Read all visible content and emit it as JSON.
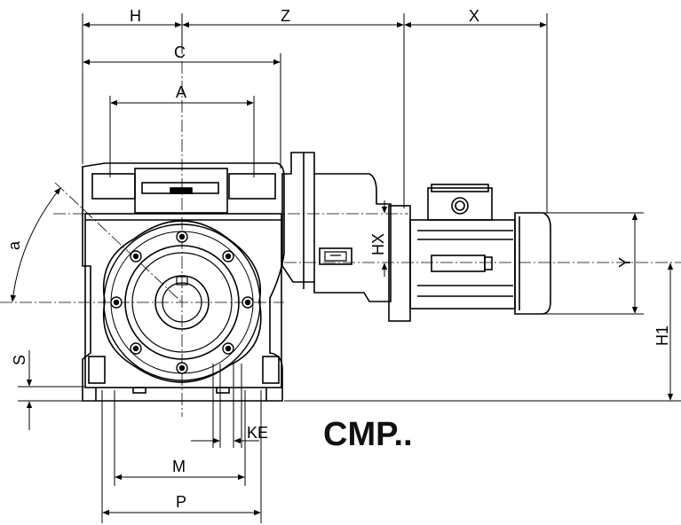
{
  "dimensions": {
    "H": "H",
    "Z": "Z",
    "X": "X",
    "C": "C",
    "A": "A",
    "a": "a",
    "HX": "HX",
    "Y": "Y",
    "H1": "H1",
    "S": "S",
    "KE": "KE",
    "M": "M",
    "P": "P"
  },
  "title": "CMP.."
}
